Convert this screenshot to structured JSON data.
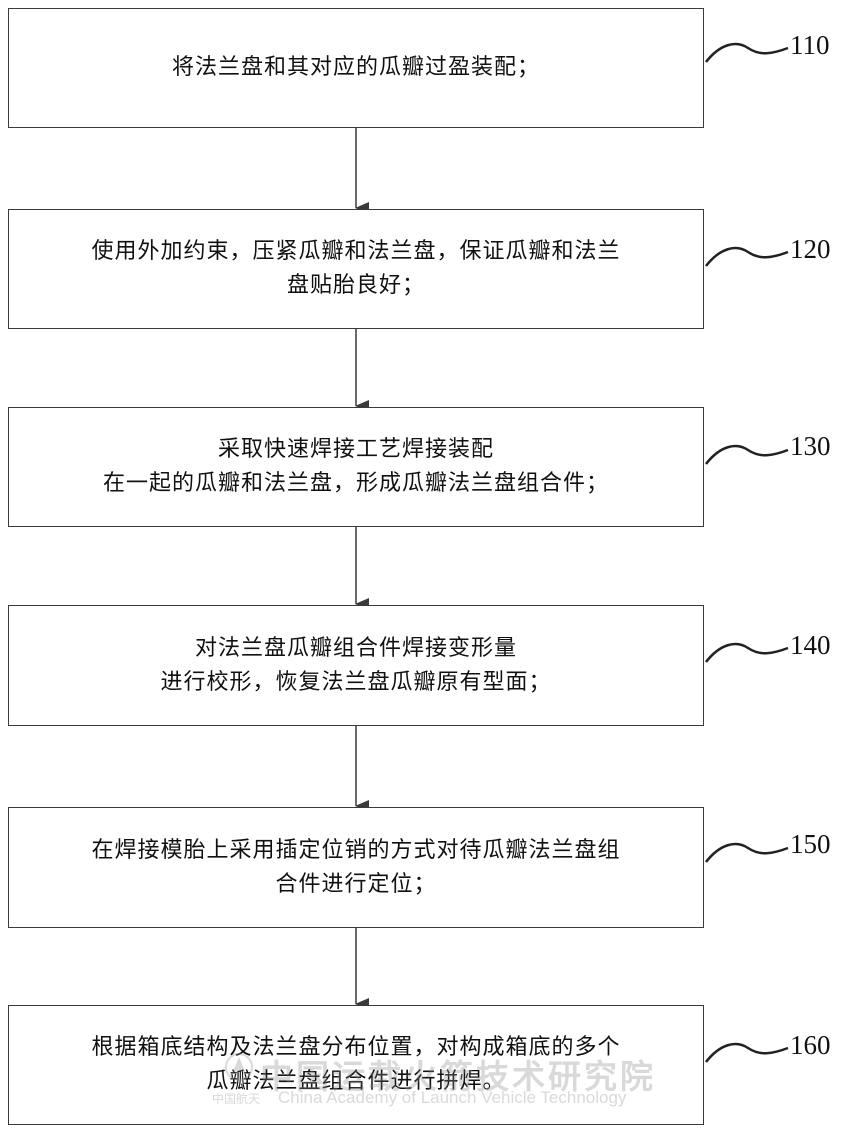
{
  "steps": [
    {
      "id": "110",
      "text": "将法兰盘和其对应的瓜瓣过盈装配；"
    },
    {
      "id": "120",
      "text": "使用外加约束，压紧瓜瓣和法兰盘，保证瓜瓣和法兰\n盘贴胎良好；"
    },
    {
      "id": "130",
      "text": "采取快速焊接工艺焊接装配\n在一起的瓜瓣和法兰盘，形成瓜瓣法兰盘组合件；"
    },
    {
      "id": "140",
      "text": "对法兰盘瓜瓣组合件焊接变形量\n进行校形，恢复法兰盘瓜瓣原有型面；"
    },
    {
      "id": "150",
      "text": "在焊接模胎上采用插定位销的方式对待瓜瓣法兰盘组\n合件进行定位；"
    },
    {
      "id": "160",
      "text": "根据箱底结构及法兰盘分布位置，对构成箱底的多个\n瓜瓣法兰盘组合件进行拼焊。"
    }
  ],
  "watermark": {
    "chinese": "中国运载火箭技术研究院",
    "small": "中国航天",
    "english": "China Academy of Launch Vehicle Technology"
  },
  "colors": {
    "line": "#3a3a3a",
    "text": "#111111",
    "watermark": "#8a8a8a"
  }
}
